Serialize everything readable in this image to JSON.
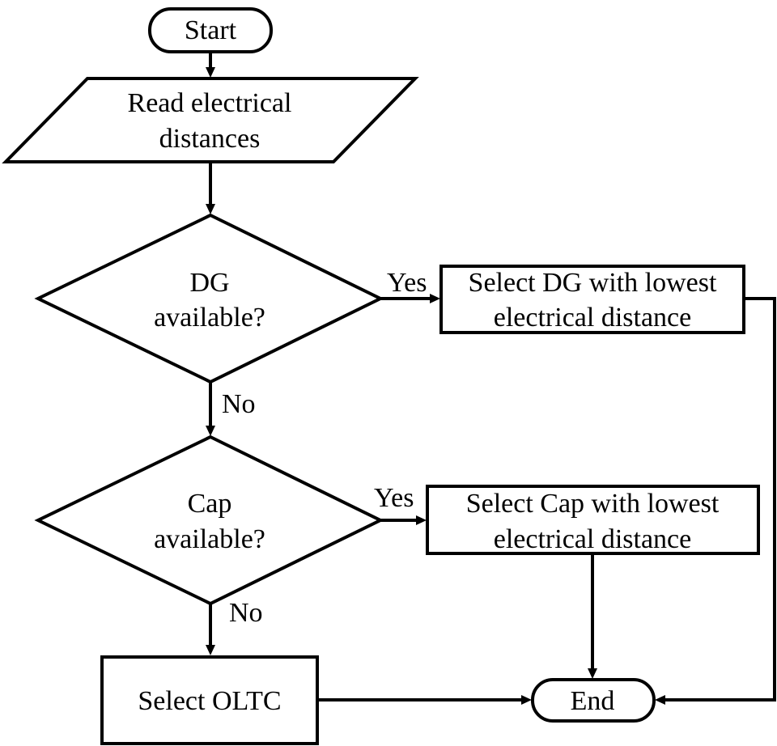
{
  "nodes": {
    "start": "Start",
    "read": [
      "Read electrical",
      "distances"
    ],
    "dg_check": [
      "DG",
      "available?"
    ],
    "dg_select": [
      "Select DG with lowest",
      "electrical distance"
    ],
    "cap_check": [
      "Cap",
      "available?"
    ],
    "cap_select": [
      "Select Cap with lowest",
      "electrical distance"
    ],
    "oltc": "Select OLTC",
    "end": "End"
  },
  "edge_labels": {
    "dg_yes": "Yes",
    "dg_no": "No",
    "cap_yes": "Yes",
    "cap_no": "No"
  },
  "colors": {
    "stroke": "#000000",
    "fill": "#ffffff"
  }
}
